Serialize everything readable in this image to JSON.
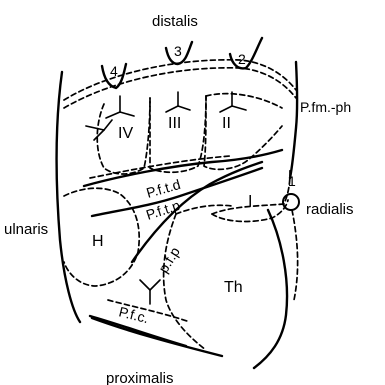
{
  "directions": {
    "distal": "distalis",
    "proximal": "proximalis",
    "ulnar": "ulnaris",
    "radial": "radialis"
  },
  "areas": {
    "interdigital_4": "IV",
    "interdigital_3": "III",
    "interdigital_2": "II",
    "thenar_1": "I",
    "hypothenar": "H",
    "thenar": "Th"
  },
  "digits": [
    "4",
    "3",
    "2",
    "1"
  ],
  "folds": {
    "metacarpophalangeal": "P.fm.-ph",
    "transversa_distalis": "P.f.t.d",
    "transversa_proximalis": "P.f.t.p",
    "thenar_fold": "p.f.p",
    "carpal": "P.f.c."
  }
}
